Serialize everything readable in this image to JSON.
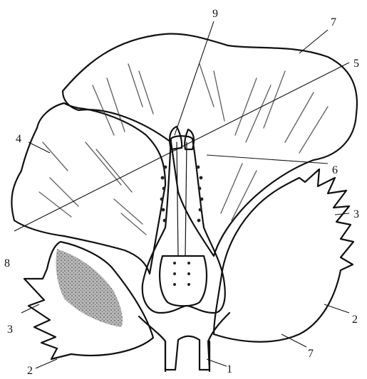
{
  "labels": {
    "l1": "1",
    "l2a": "2",
    "l2b": "2",
    "l3a": "3",
    "l3b": "3",
    "l4": "4",
    "l5": "5",
    "l6": "6",
    "l7a": "7",
    "l7b": "7",
    "l8": "8",
    "l9": "9"
  }
}
